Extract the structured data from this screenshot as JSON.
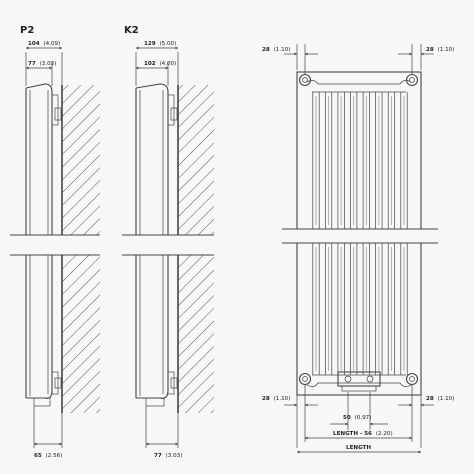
{
  "views": {
    "p2": {
      "title": "P2",
      "dim_overall": "104",
      "dim_overall_in": "(4.09)",
      "dim_inner": "77",
      "dim_inner_in": "(3.03)",
      "dim_bottom": "65",
      "dim_bottom_in": "(2.56)"
    },
    "k2": {
      "title": "K2",
      "dim_overall": "129",
      "dim_overall_in": "(5.00)",
      "dim_inner": "102",
      "dim_inner_in": "(4.00)",
      "dim_bottom": "77",
      "dim_bottom_in": "(3.03)"
    },
    "front": {
      "top_left": "28",
      "top_left_in": "(1.10)",
      "top_right": "28",
      "top_right_in": "(1.10)",
      "bottom_left": "28",
      "bottom_left_in": "(1.10)",
      "bottom_right": "28",
      "bottom_right_in": "(1.10)",
      "center": "50",
      "center_in": "(0.97)",
      "length_minus": "LENGTH - 56",
      "length_minus_in": "(2.20)",
      "length": "LENGTH"
    }
  },
  "colors": {
    "line": "#444444",
    "background": "#f7f7f7"
  }
}
